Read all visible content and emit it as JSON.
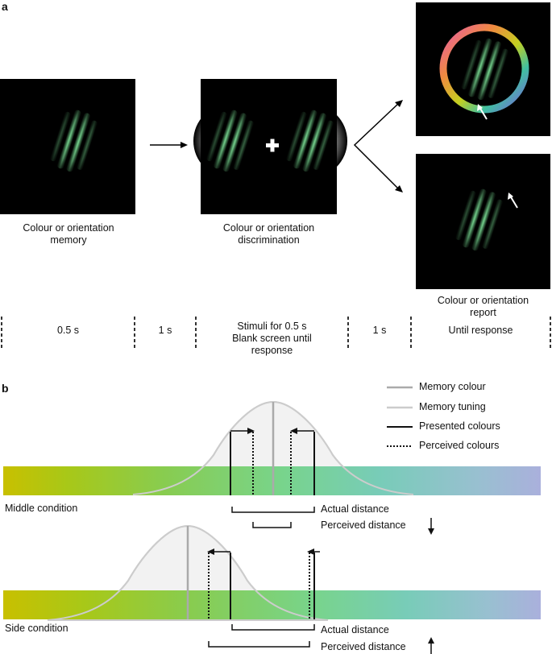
{
  "panel_a": {
    "label": "a",
    "captions": {
      "memory_line1": "Colour or orientation",
      "memory_line2": "memory",
      "discrimination_line1": "Colour or orientation",
      "discrimination_line2": "discrimination",
      "report_line1": "Colour or orientation",
      "report_line2": "report"
    },
    "timeline": {
      "t1": "0.5 s",
      "t2": "1 s",
      "t3_line1": "Stimuli for 0.5 s",
      "t3_line2": "Blank screen until",
      "t3_line3": "response",
      "t4": "1 s",
      "t5": "Until response"
    },
    "colors": {
      "screen": "#000000",
      "grating": "#6fd88a"
    }
  },
  "panel_b": {
    "label": "b",
    "legend": {
      "memory_colour": "Memory colour",
      "memory_tuning": "Memory tuning",
      "presented_colours": "Presented colours",
      "perceived_colours": "Perceived colours"
    },
    "middle": {
      "condition": "Middle condition",
      "actual": "Actual distance",
      "perceived": "Perceived distance",
      "change": "decrease"
    },
    "side": {
      "condition": "Side condition",
      "actual": "Actual distance",
      "perceived": "Perceived distance",
      "change": "increase"
    },
    "colors": {
      "bar_start": "#c8c000",
      "bar_mid": "#78d48c",
      "bar_end": "#aab0dc",
      "memory_line": "#aaaaaa",
      "tuning_curve": "#cccccc",
      "tuning_fill": "#f2f2f2"
    }
  }
}
